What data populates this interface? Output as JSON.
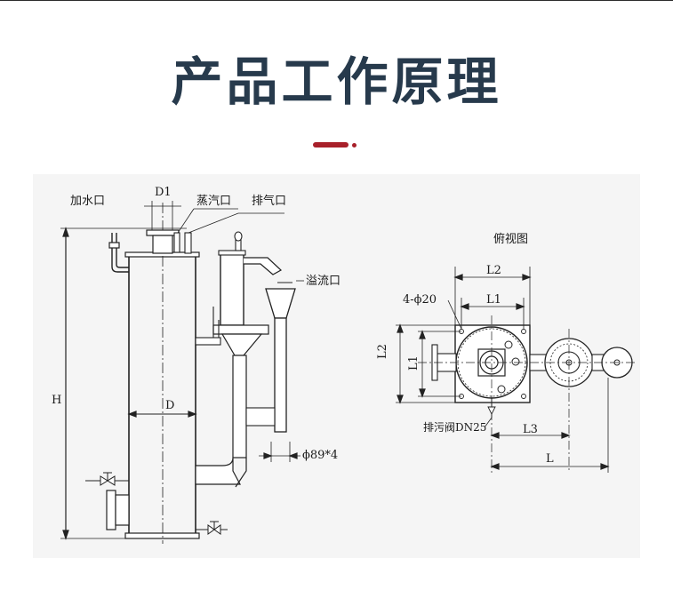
{
  "page": {
    "title": "产品工作原理",
    "accent_color": "#a8202a",
    "title_color": "#273a4c",
    "panel_color": "#f5f5f5"
  },
  "diagram": {
    "side_view": {
      "labels": {
        "water_inlet": "加水口",
        "d1": "D1",
        "steam_outlet": "蒸汽口",
        "vent": "排气口",
        "overflow": "溢流口",
        "height": "H",
        "diameter": "D",
        "pipe_spec": "ϕ89*4"
      }
    },
    "top_view": {
      "labels": {
        "title": "俯视图",
        "l2_top": "L2",
        "l1_top": "L1",
        "holes": "4-ϕ20",
        "l2_side": "L2",
        "l1_side": "L1",
        "drain_valve": "排污阀DN25",
        "l3": "L3",
        "l": "L"
      }
    }
  }
}
